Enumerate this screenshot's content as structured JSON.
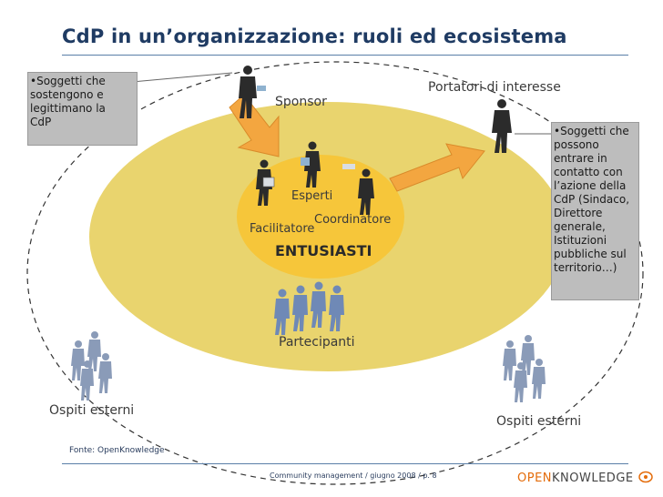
{
  "slide": {
    "title": "CdP in un’organizzazione: ruoli ed ecosistema",
    "source": "Fonte: OpenKnowledge",
    "footer": "Community management / giugno 2008 / p. 8"
  },
  "callouts": {
    "left": "•Soggetti che\nsostengono e\nlegittimano la\nCdP",
    "right": "•Soggetti che\npossono\nentrare in\ncontatto con\nl’azione della\nCdP (Sindaco,\nDirettore\ngenerale,\nIstituzioni\npubbliche sul\nterritorio…)"
  },
  "roles": {
    "sponsor": "Sponsor",
    "stakeholders": "Portatori di interesse",
    "experts": "Esperti",
    "facilitator": "Facilitatore",
    "coordinator": "Coordinatore",
    "enthusiasts": "ENTUSIASTI",
    "participants": "Partecipanti",
    "guests_left": "Ospiti esterni",
    "guests_right": "Ospiti esterni"
  },
  "logo": {
    "part1": "OPEN",
    "part2": "KNOWLEDGE"
  },
  "colors": {
    "title": "#1f3b63",
    "outer_circle": "#e9d46e",
    "inner_circle": "#f6c63a",
    "arrow": "#f3a640",
    "callout_bg": "#bdbdbd",
    "logo_accent": "#e46c0a"
  }
}
